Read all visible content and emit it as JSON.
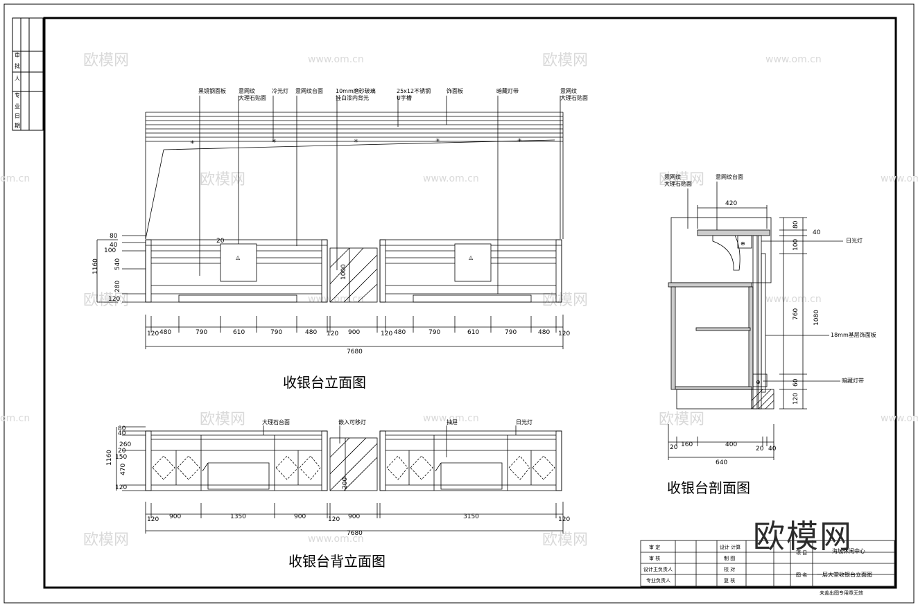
{
  "views": {
    "front_title": "收银台立面图",
    "back_title": "收银台背立面图",
    "section_title": "收银台剖面图"
  },
  "watermark": {
    "brand": "欧模网",
    "url": "www.om.cn",
    "url_short": "om.cn",
    "logo": "欧模网"
  },
  "front": {
    "callouts": [
      "黑镜钢面板",
      "意网纹",
      "大理石贴面",
      "冷光灯",
      "意网纹台面",
      "10mm磨砂玻璃",
      "挂白漆内背光",
      "25x12不锈钢",
      "U字槽",
      "饰面板",
      "暗藏灯带",
      "意网纹",
      "大理石贴面"
    ],
    "dims_left": [
      "80",
      "40",
      "100",
      "1160",
      "540",
      "280",
      "120"
    ],
    "dim_20": "20",
    "dim_1000": "1000",
    "dims_bottom": [
      "120",
      "480",
      "790",
      "610",
      "790",
      "480",
      "120",
      "900",
      "120",
      "480",
      "790",
      "610",
      "790",
      "480",
      "120"
    ],
    "total": "7680"
  },
  "back": {
    "callouts": [
      "大理石台面",
      "嵌入可移灯",
      "抽屉",
      "日光灯"
    ],
    "dims_left": [
      "80",
      "40",
      "260",
      "20",
      "150",
      "1160",
      "470",
      "120"
    ],
    "dims_bottom": [
      "120",
      "900",
      "1350",
      "900",
      "120",
      "900",
      "3150",
      "120"
    ],
    "dim_200": "200",
    "total": "7680"
  },
  "section": {
    "callouts_left": [
      "意网纹",
      "大理石贴面",
      "意网纹台面"
    ],
    "callouts_right": [
      "日光灯",
      "18mm基层饰面板",
      "暗藏灯带"
    ],
    "dim_top": "420",
    "dims_right": [
      "80",
      "40",
      "100",
      "760",
      "1080",
      "60",
      "120"
    ],
    "dims_bottom": [
      "20",
      "160",
      "400",
      "20",
      "40"
    ],
    "total": "640"
  },
  "titleblock": {
    "labels": [
      "审  定",
      "审  核",
      "设计主负责人",
      "专业负责人",
      "设计 计算",
      "制  图",
      "校  对",
      "复  核",
      "项  目",
      "图  名"
    ],
    "project": "海城休闲中心",
    "drawing_name": "一层大堂收银台立面图",
    "note": "未盖出图专用章无效"
  },
  "side_strip": [
    "审",
    "批",
    "人",
    "专",
    "业",
    "日",
    "期"
  ]
}
